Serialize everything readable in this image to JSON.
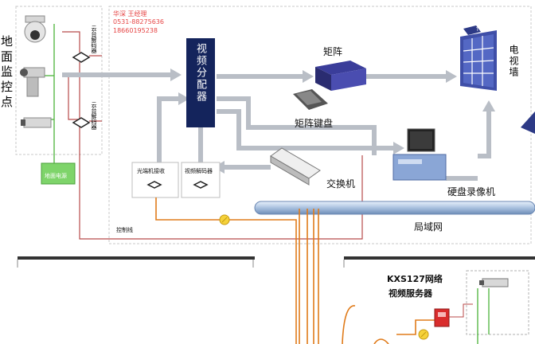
{
  "ground_points_label": "地面监控点",
  "contact": {
    "name": "华深  王经理",
    "phone1": "0531-88275636",
    "phone2": "18660195238"
  },
  "pan_tilt_decoder_label": "云台解码器",
  "power_supply_label": "地面电源",
  "video_distributor_label": "视频分配器",
  "matrix_label": "矩阵",
  "matrix_keyboard_label": "矩阵键盘",
  "tv_wall_label": "电视墙",
  "tv_badge": "TV",
  "optical_receiver_label": "光端机接收",
  "video_decoder_label": "视频解码器",
  "switch_label": "交换机",
  "dvr_label": "硬盘录像机",
  "lan_label": "局域网",
  "control_line_label": "控制线",
  "network_server_title": "KXS127网络",
  "network_server_subtitle": "视频服务器",
  "colors": {
    "distributor_fill": "#14245c",
    "arrow_gray": "#b9bec6",
    "control_line_red": "#b84a4a",
    "fiber_orange": "#e07b1a",
    "lan_bar": "#b9cde6",
    "power_green": "#6fd25b",
    "server_red": "#d92c2c"
  }
}
